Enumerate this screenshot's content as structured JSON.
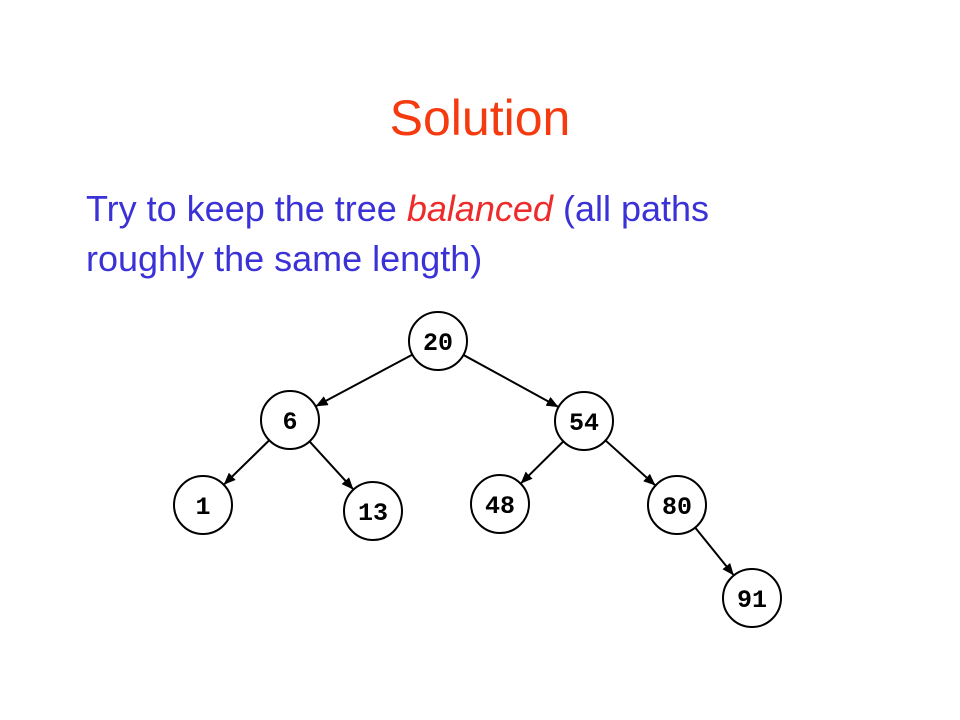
{
  "slide": {
    "title": "Solution",
    "text_before": "Try to keep the tree ",
    "text_emphasis": "balanced",
    "text_line1_end": " (all paths",
    "text_line2": "roughly the same length)",
    "colors": {
      "title": "#f43a0e",
      "body_text": "#3a32d6",
      "emphasis": "#ee2a2a"
    }
  },
  "tree": {
    "nodes": [
      {
        "id": "n20",
        "label": "20"
      },
      {
        "id": "n6",
        "label": "6"
      },
      {
        "id": "n54",
        "label": "54"
      },
      {
        "id": "n1",
        "label": "1"
      },
      {
        "id": "n13",
        "label": "13"
      },
      {
        "id": "n48",
        "label": "48"
      },
      {
        "id": "n80",
        "label": "80"
      },
      {
        "id": "n91",
        "label": "91"
      }
    ],
    "edges": [
      {
        "from": "n20",
        "to": "n6"
      },
      {
        "from": "n20",
        "to": "n54"
      },
      {
        "from": "n6",
        "to": "n1"
      },
      {
        "from": "n6",
        "to": "n13"
      },
      {
        "from": "n54",
        "to": "n48"
      },
      {
        "from": "n54",
        "to": "n80"
      },
      {
        "from": "n80",
        "to": "n91"
      }
    ]
  }
}
